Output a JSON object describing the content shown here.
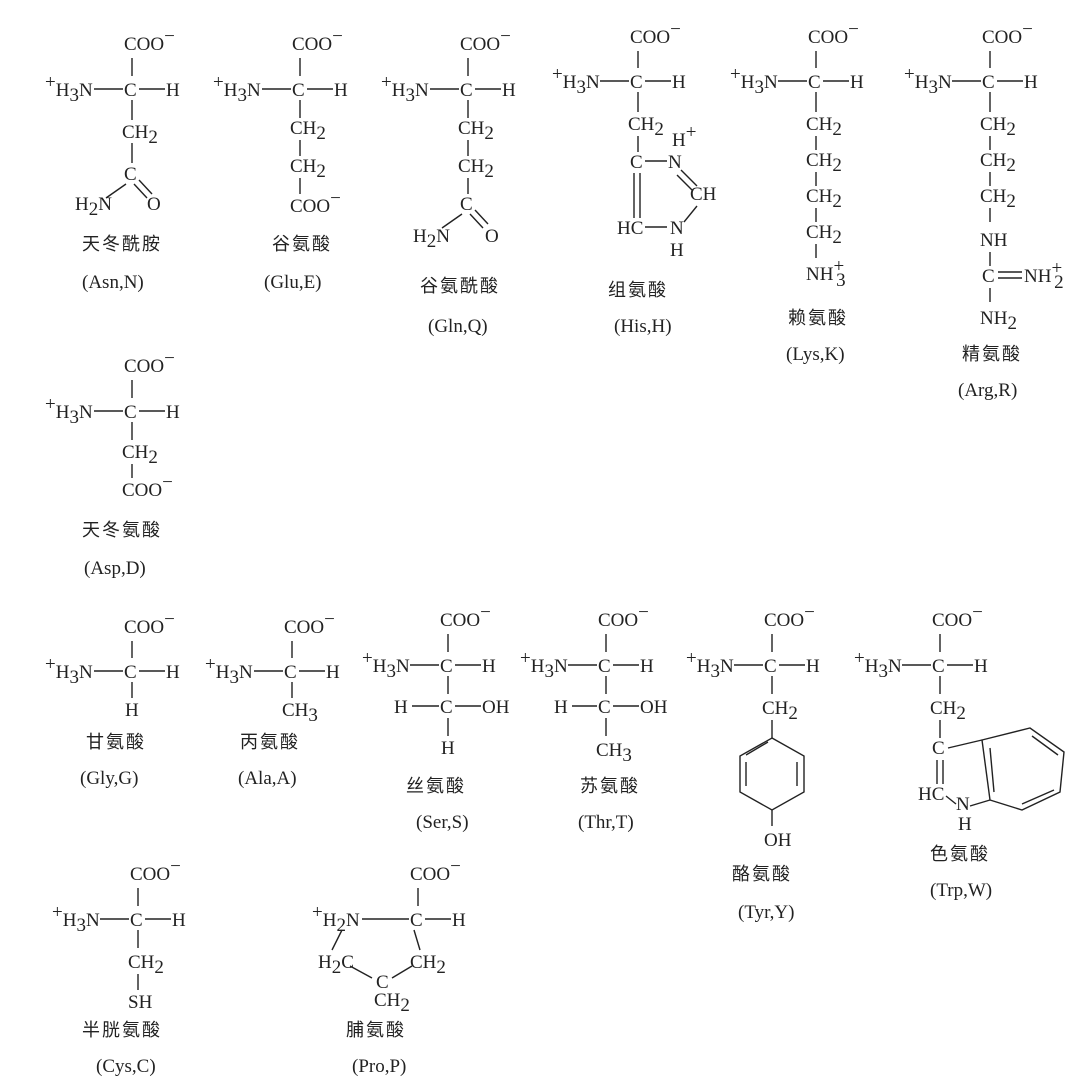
{
  "molecules": [
    {
      "name": "天冬酰胺",
      "code": "(Asn,N)"
    },
    {
      "name": "谷氨酸",
      "code": "(Glu,E)"
    },
    {
      "name": "谷氨酰酸",
      "code": "(Gln,Q)"
    },
    {
      "name": "组氨酸",
      "code": "(His,H)"
    },
    {
      "name": "赖氨酸",
      "code": "(Lys,K)"
    },
    {
      "name": "精氨酸",
      "code": "(Arg,R)"
    },
    {
      "name": "天冬氨酸",
      "code": "(Asp,D)"
    },
    {
      "name": "甘氨酸",
      "code": "(Gly,G)"
    },
    {
      "name": "丙氨酸",
      "code": "(Ala,A)"
    },
    {
      "name": "丝氨酸",
      "code": "(Ser,S)"
    },
    {
      "name": "苏氨酸",
      "code": "(Thr,T)"
    },
    {
      "name": "酪氨酸",
      "code": "(Tyr,Y)"
    },
    {
      "name": "色氨酸",
      "code": "(Trp,W)"
    },
    {
      "name": "半胱氨酸",
      "code": "(Cys,C)"
    },
    {
      "name": "脯氨酸",
      "code": "(Pro,P)"
    }
  ],
  "atoms": {
    "coo": "COO",
    "minus": "−",
    "plus": "+",
    "h3n": "H",
    "n": "N",
    "three": "3",
    "two": "2",
    "c": "C",
    "h": "H",
    "ch2": "CH",
    "ch3": "CH",
    "oh": "OH",
    "o": "O",
    "h2n": "H",
    "nh": "NH",
    "nh2": "NH",
    "nh3": "NH",
    "eq_nh2": "NH",
    "sh": "SH",
    "hc": "HC",
    "ch": "CH",
    "h2c": "H",
    "c_suffix": "C"
  }
}
